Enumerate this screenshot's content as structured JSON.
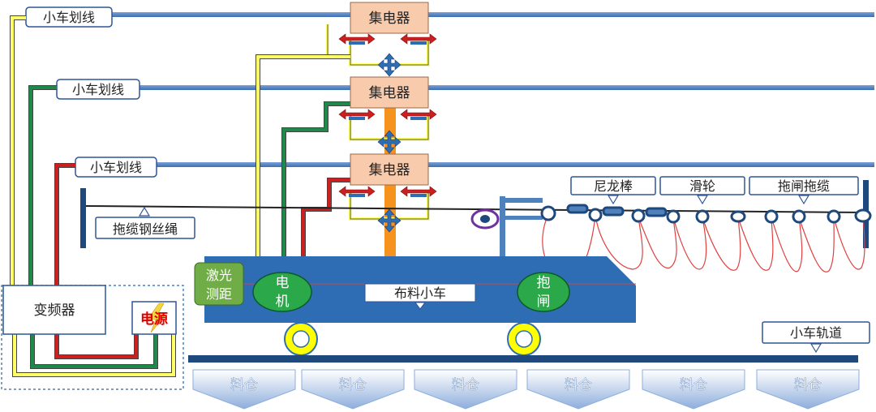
{
  "labels": {
    "trolley_line": "小车划线",
    "collector": "集电器",
    "inverter": "变频器",
    "power": "电源",
    "cable_wire": "拖缆钢丝绳",
    "nylon_rod": "尼龙棒",
    "pulley": "滑轮",
    "drag_cable": "拖闸拖缆",
    "laser_line1": "激光",
    "laser_line2": "测距",
    "motor_line1": "电",
    "motor_line2": "机",
    "brake_line1": "抱",
    "brake_line2": "闸",
    "cart": "布料小车",
    "track": "小车轨道",
    "bin": "料仓"
  },
  "colors": {
    "rail_blue": "#4f81bd",
    "cart_blue": "#2e6db4",
    "dark_blue": "#1f497d",
    "collector_fill": "#f8cbad",
    "wire_yellow": "#ffff66",
    "wire_green": "#1e8a4a",
    "wire_red": "#cc1f1f",
    "mast_orange": "#f5931e",
    "laser_green": "#70ad47",
    "power_text": "#e00000"
  }
}
